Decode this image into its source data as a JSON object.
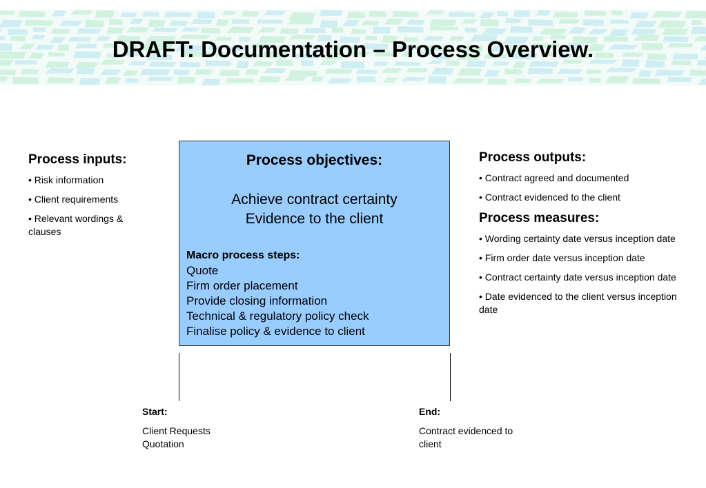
{
  "title": "DRAFT: Documentation – Process Overview.",
  "colors": {
    "banner_base": "#f2fbf8",
    "banner_shape": "#cdf0dc",
    "banner_shape_alt": "#c8ebf2",
    "box_fill": "#99ccff"
  },
  "inputs": {
    "heading": "Process inputs:",
    "items": [
      "Risk information",
      "Client requirements",
      "Relevant wordings & clauses"
    ]
  },
  "objectives": {
    "heading": "Process objectives:",
    "lines": [
      "Achieve contract certainty",
      "Evidence to the client"
    ],
    "steps_heading": "Macro process steps:",
    "steps": [
      "Quote",
      "Firm order placement",
      "Provide closing information",
      "Technical & regulatory policy check",
      "Finalise policy & evidence to client"
    ]
  },
  "outputs": {
    "heading": "Process outputs:",
    "items": [
      "Contract agreed and documented",
      "Contract evidenced to the client"
    ]
  },
  "measures": {
    "heading": "Process measures:",
    "items": [
      "Wording certainty date versus inception date",
      "Firm order date versus inception date",
      "Contract certainty date versus inception date",
      "Date evidenced to the client versus inception date"
    ]
  },
  "start": {
    "label": "Start:",
    "text": "Client Requests Quotation"
  },
  "end": {
    "label": "End:",
    "text": "Contract evidenced to client"
  }
}
